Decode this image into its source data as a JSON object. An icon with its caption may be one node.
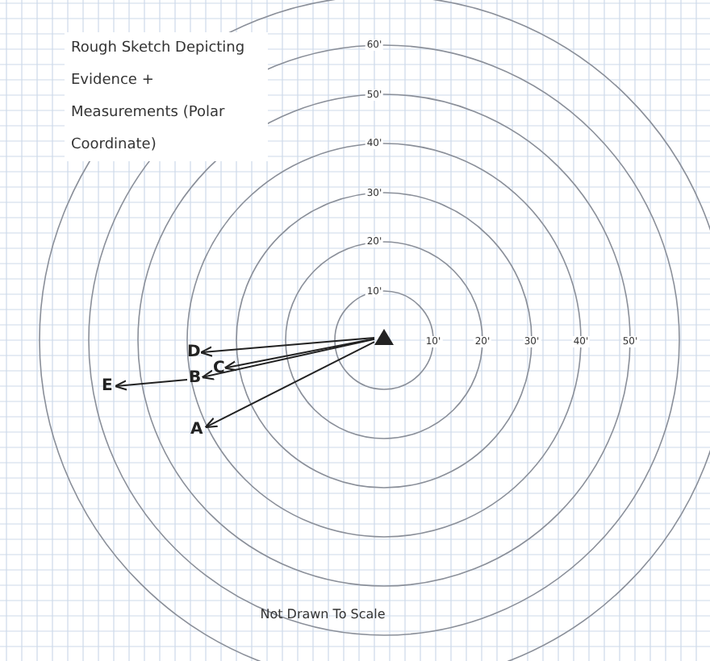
{
  "diagram": {
    "title": "Rough Sketch Depicting Evidence + Measurements (Polar Coordinate)",
    "nodes": [
      {
        "text": [],
        "shape": "triangle"
      },
      {
        "text": [
          "D"
        ]
      },
      {
        "text": [
          "C"
        ]
      },
      {
        "text": [
          "B"
        ]
      },
      {
        "text": [
          "E"
        ]
      },
      {
        "text": [
          "A"
        ]
      }
    ],
    "edges": [
      {
        "from": 0,
        "to": 1,
        "arrow": "to"
      },
      {
        "from": 0,
        "to": 2,
        "arrow": "to"
      },
      {
        "from": 0,
        "to": 3,
        "arrow": "to"
      },
      {
        "from": 3,
        "to": 4,
        "arrow": "to"
      },
      {
        "from": 0,
        "to": 5,
        "arrow": "to"
      }
    ],
    "labels": [
      "60'",
      "50'",
      "40'",
      "30'",
      "20'",
      "10'",
      "10'",
      "20'",
      "30'",
      "40'",
      "50'",
      "Not Drawn To Scale"
    ]
  }
}
